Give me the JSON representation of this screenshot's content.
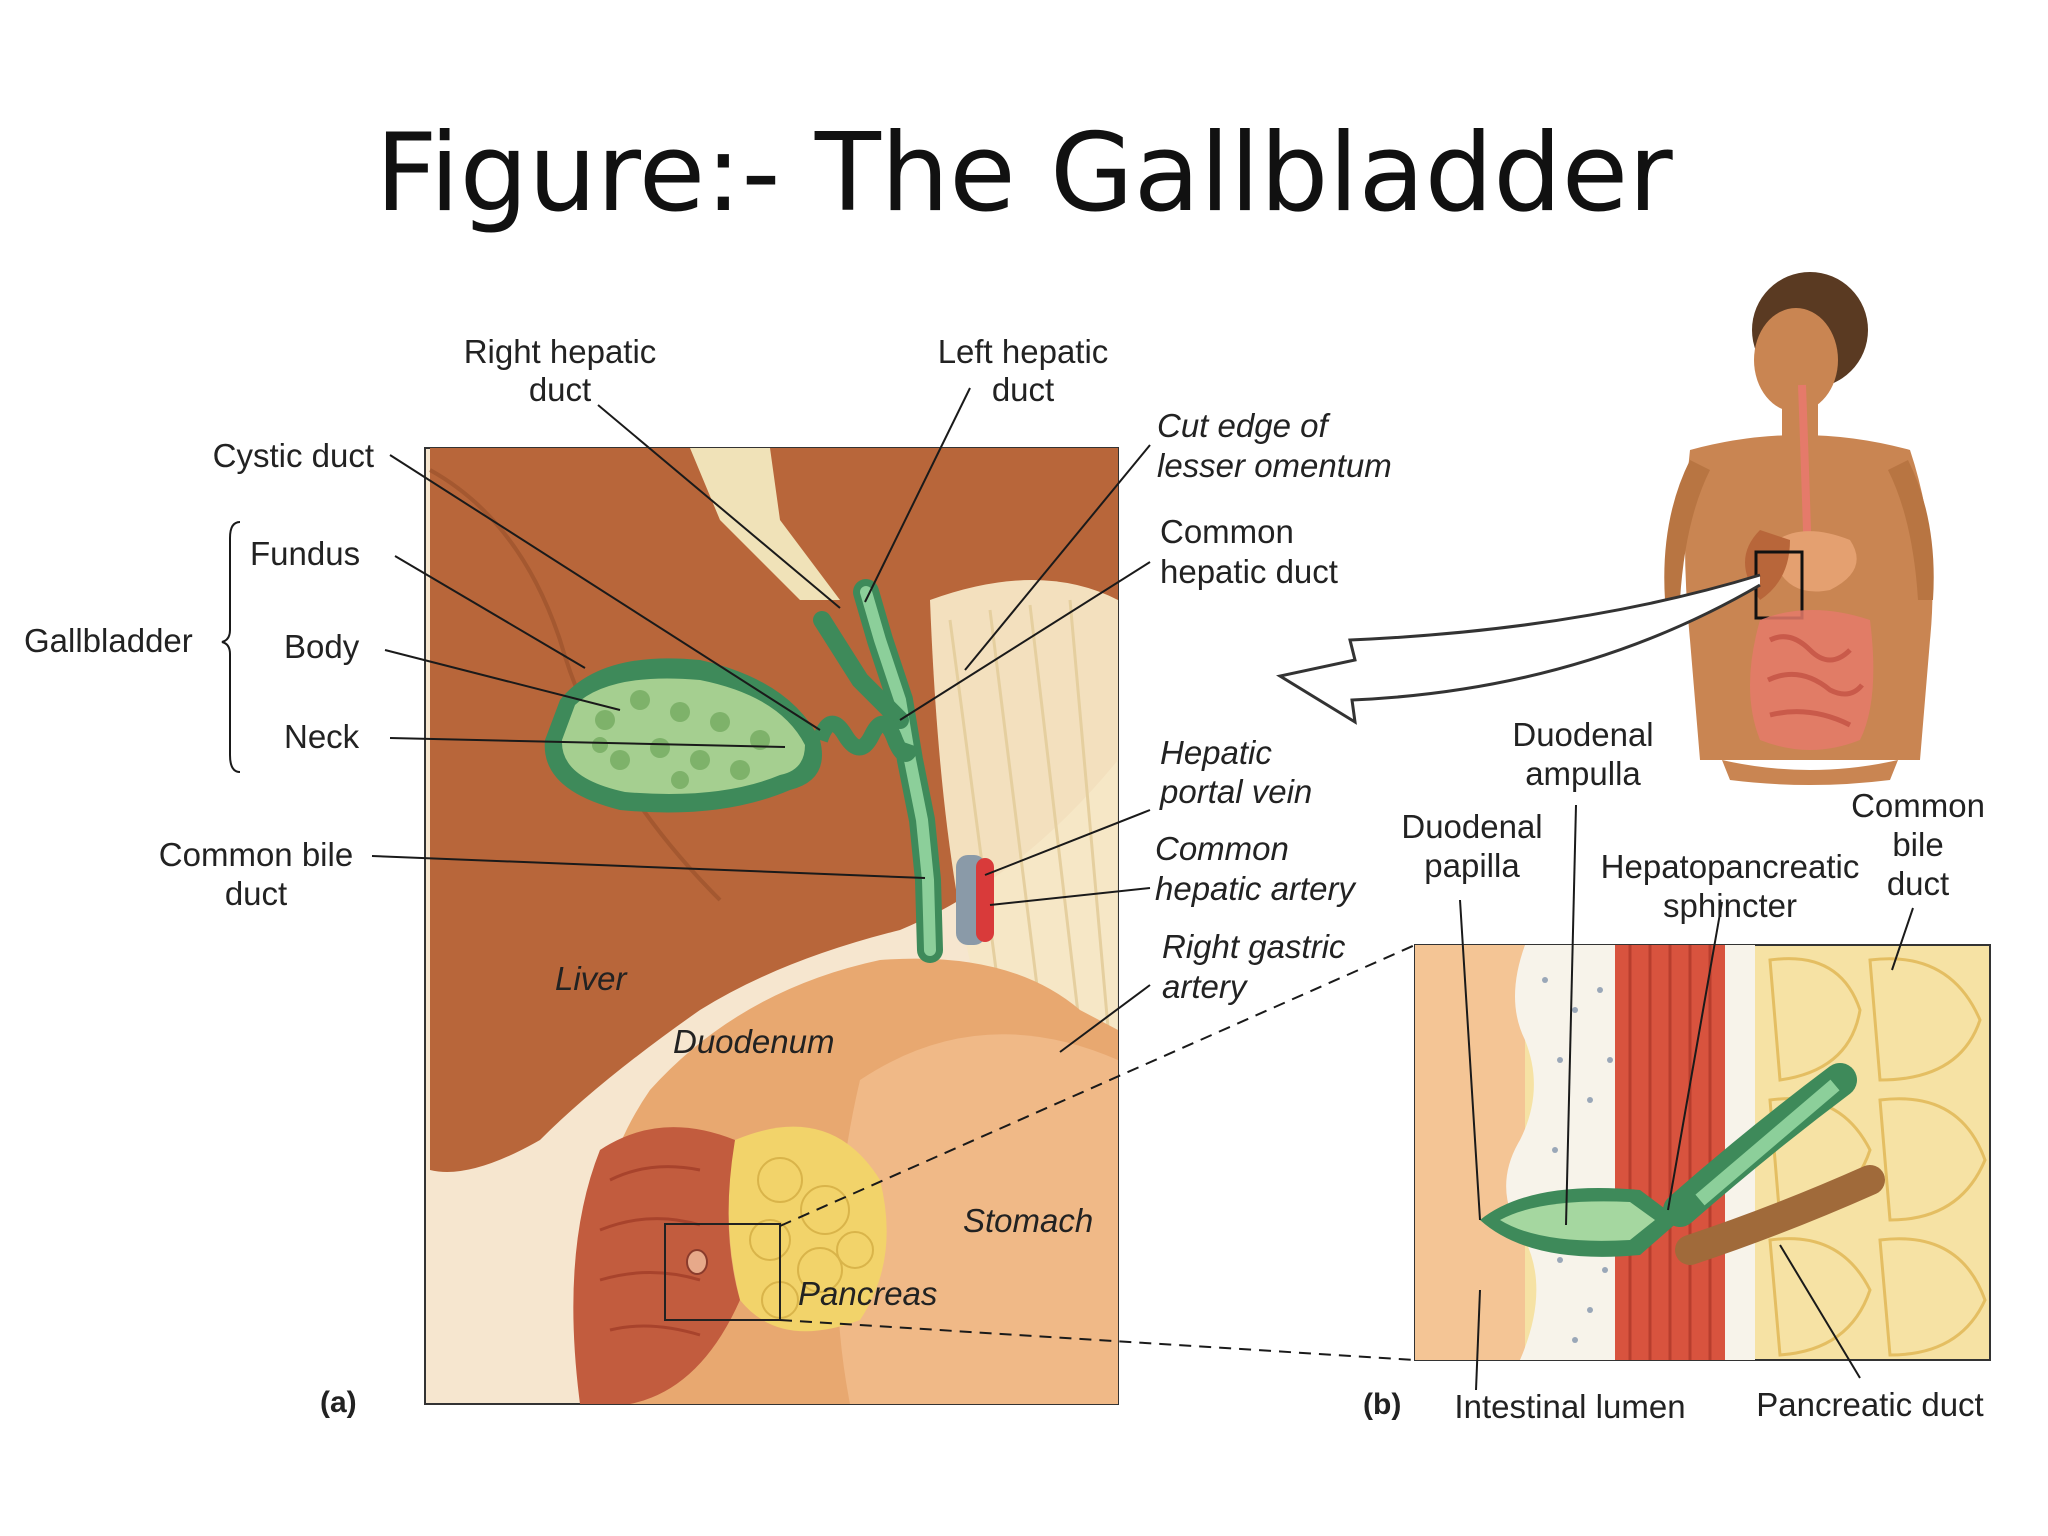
{
  "slide": {
    "title": "Figure:- The Gallbladder"
  },
  "panels": {
    "a": "(a)",
    "b": "(b)"
  },
  "labels": {
    "right_hepatic_duct": [
      "Right hepatic",
      "duct"
    ],
    "left_hepatic_duct": [
      "Left hepatic",
      "duct"
    ],
    "cystic_duct": "Cystic duct",
    "gallbladder": "Gallbladder",
    "fundus": "Fundus",
    "body": "Body",
    "neck": "Neck",
    "common_bile_duct_a": [
      "Common bile",
      "duct"
    ],
    "cut_edge": [
      "Cut edge of",
      "lesser omentum"
    ],
    "common_hepatic_duct": [
      "Common",
      "hepatic duct"
    ],
    "hepatic_portal_vein": [
      "Hepatic",
      "portal vein"
    ],
    "common_hepatic_artery": [
      "Common",
      "hepatic artery"
    ],
    "right_gastric_artery": [
      "Right gastric",
      "artery"
    ],
    "liver": "Liver",
    "duodenum": "Duodenum",
    "stomach": "Stomach",
    "pancreas": "Pancreas",
    "duodenal_ampulla": [
      "Duodenal",
      "ampulla"
    ],
    "duodenal_papilla": [
      "Duodenal",
      "papilla"
    ],
    "hepatopancreatic_sphincter": [
      "Hepatopancreatic",
      "sphincter"
    ],
    "common_bile_duct_b": [
      "Common",
      "bile",
      "duct"
    ],
    "intestinal_lumen": "Intestinal lumen",
    "pancreatic_duct": "Pancreatic duct"
  },
  "colors": {
    "liver": "#b8663a",
    "gallbladder": "#7fb98a",
    "duodenum": "#e8a870",
    "pancreas": "#f2d36a",
    "artery": "#d93a3a",
    "vein": "#8a9aa8",
    "skin": "#c98552"
  }
}
